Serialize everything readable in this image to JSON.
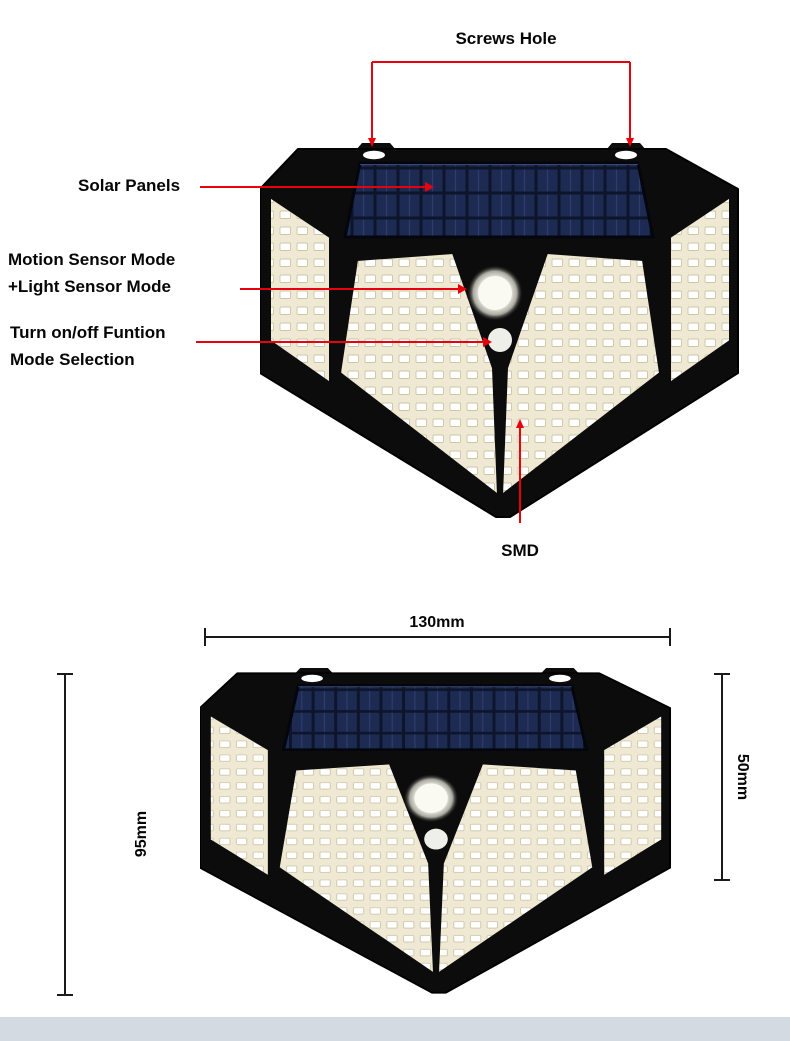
{
  "product": {
    "annotations": {
      "screws_hole": "Screws Hole",
      "solar_panels": "Solar Panels",
      "motion_sensor": {
        "line1": "Motion Sensor Mode",
        "line2": "+Light Sensor Mode"
      },
      "mode_selection": {
        "line1": "Turn on/off Funtion",
        "line2": "Mode Selection"
      },
      "smd": "SMD"
    },
    "dimensions": {
      "width_label": "130mm",
      "height_label": "95mm",
      "side_height_label": "50mm"
    },
    "colors": {
      "annotation_line": "#e8000d",
      "dimension_line": "#1a1a1a",
      "lamp_body": "#0c0c0c",
      "led_panel": "#efe8d2",
      "solar_cell": "#1d2a52",
      "background": "#ffffff",
      "footer_strip": "#d3dae1"
    }
  }
}
